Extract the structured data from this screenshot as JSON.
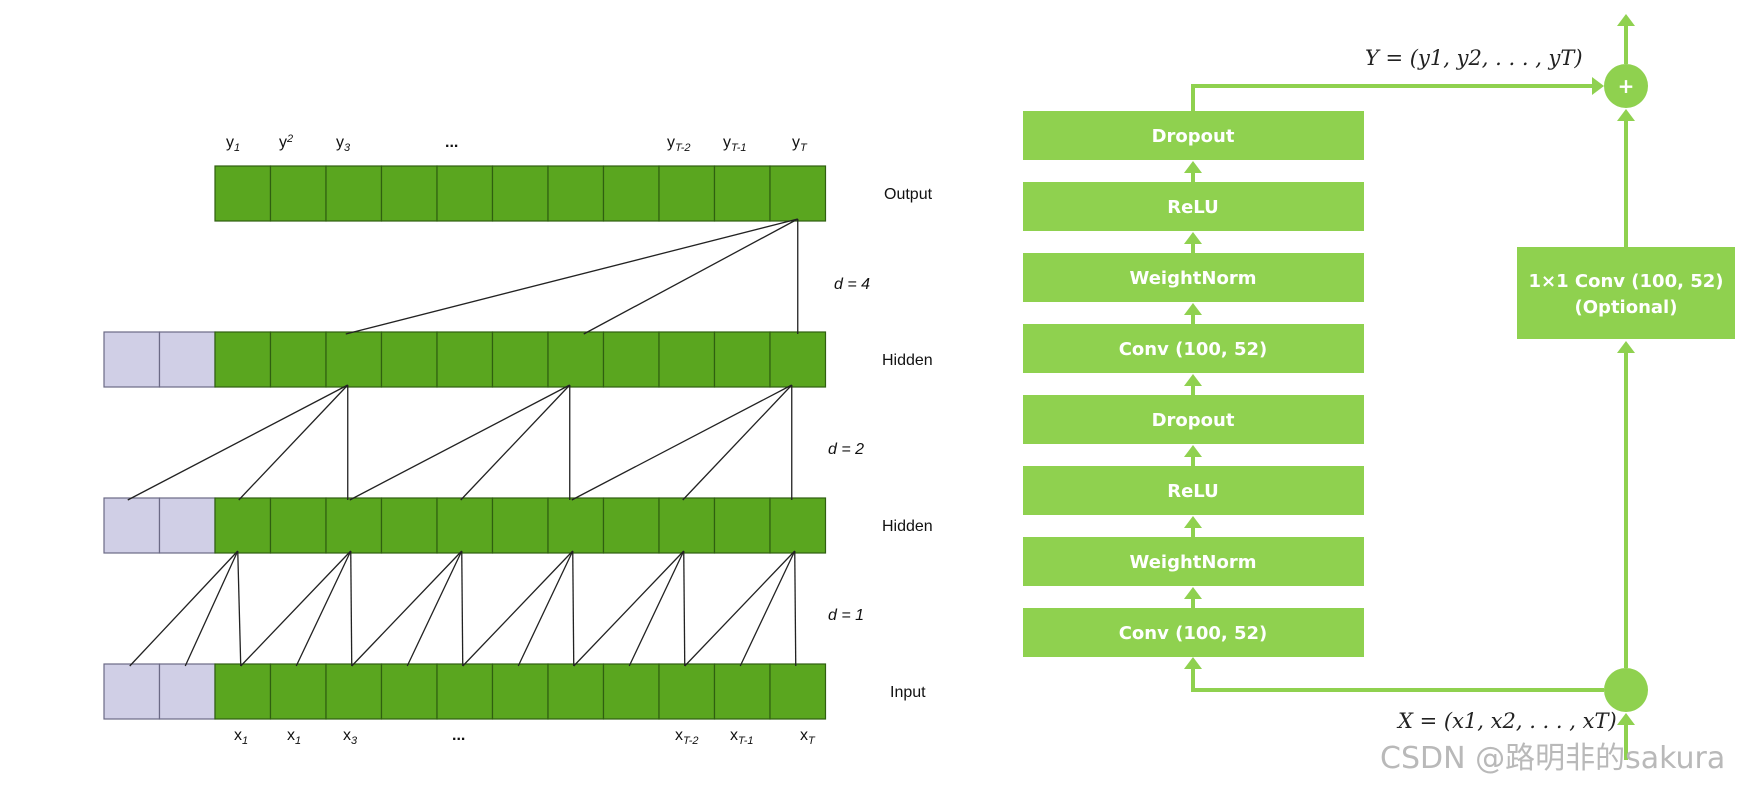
{
  "tcn": {
    "output_labels": [
      {
        "base": "y",
        "sub": "1"
      },
      {
        "base": "y",
        "sup": "2"
      },
      {
        "base": "y",
        "sub": "3"
      },
      {
        "base": "...",
        "sub": ""
      },
      {
        "base": "y",
        "sub": "T-2"
      },
      {
        "base": "y",
        "sub": "T-1"
      },
      {
        "base": "y",
        "sub": "T"
      }
    ],
    "input_labels": [
      {
        "base": "x",
        "sub": "1"
      },
      {
        "base": "x",
        "sub": "1"
      },
      {
        "base": "x",
        "sub": "3"
      },
      {
        "base": "...",
        "sub": ""
      },
      {
        "base": "x",
        "sub": "T-2"
      },
      {
        "base": "x",
        "sub": "T-1"
      },
      {
        "base": "x",
        "sub": "T"
      }
    ],
    "layer_names": {
      "output": "Output",
      "hidden2": "Hidden",
      "hidden1": "Hidden",
      "input": "Input"
    },
    "dilation_labels": {
      "d4": "d = 4",
      "d2": "d = 2",
      "d1": "d = 1"
    },
    "colors": {
      "cell": "#5aa61f",
      "padding": "#d0cfe6",
      "line": "#222222"
    }
  },
  "block": {
    "layers": [
      "Dropout",
      "ReLU",
      "WeightNorm",
      "Conv (100, 52)",
      "Dropout",
      "ReLU",
      "WeightNorm",
      "Conv (100, 52)"
    ],
    "residual_line1": "1×1 Conv (100, 52)",
    "residual_line2": "(Optional)",
    "plus": "+",
    "output_eq": "Y = (y1, y2, . . . , yT)",
    "input_eq": "X = (x1, x2, . . . , xT)",
    "colors": {
      "accent": "#8fd14f"
    }
  },
  "watermark": "CSDN @路明非的sakura"
}
